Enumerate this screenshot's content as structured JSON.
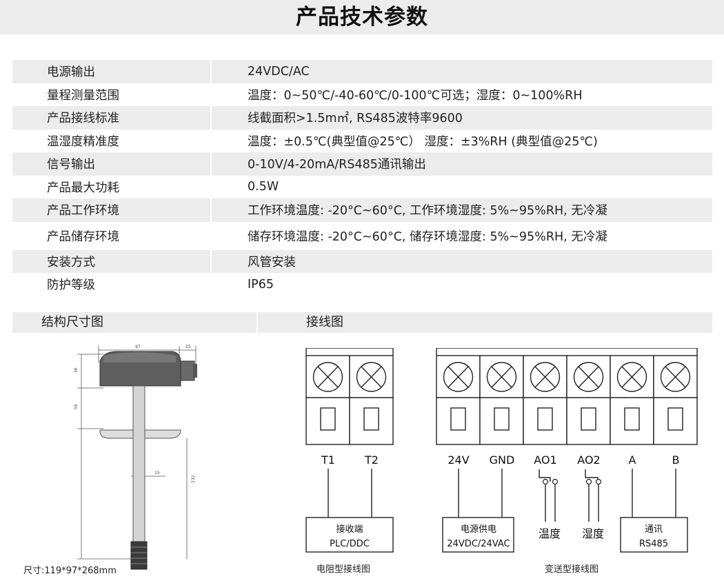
{
  "page_title": "产品技术参数",
  "specs": [
    {
      "label": "电源输出",
      "value": "24VDC/AC"
    },
    {
      "label": "量程测量范围",
      "value": "温度：0~50℃/-40-60℃/0-100℃可选；湿度：0~100%RH"
    },
    {
      "label": "产品接线标准",
      "value": "线截面积>1.5m㎡, RS485波特率9600"
    },
    {
      "label": "温湿度精准度",
      "value": "温度：±0.5℃(典型值@25℃） 湿度：±3%RH (典型值@25℃)"
    },
    {
      "label": "信号输出",
      "value": "0-10V/4-20mA/RS485通讯输出"
    },
    {
      "label": "产品最大功耗",
      "value": "0.5W"
    },
    {
      "label": "产品工作环境",
      "value": "工作环境温度: -20°C~60°C, 工作环境湿度: 5%~95%RH, 无冷凝"
    },
    {
      "label": "产品储存环境",
      "value": "储存环境温度: -20°C~60°C, 储存环境湿度: 5%~95%RH, 无冷凝"
    },
    {
      "label": "安装方式",
      "value": "风管安装"
    },
    {
      "label": "防护等级",
      "value": "IP65"
    }
  ],
  "structure": {
    "title": "结构尺寸图",
    "dims": {
      "width": "97",
      "side": "25",
      "head_h": "36",
      "flange": "56",
      "probe_d": "15",
      "probe_len": "232"
    },
    "size_caption": "尺寸:119*97*268mm"
  },
  "wiring": {
    "title": "接线图",
    "resistive": {
      "terminals": [
        "T1",
        "T2"
      ],
      "box_line1": "接收端",
      "box_line2": "PLC/DDC",
      "caption": "电阻型接线图"
    },
    "transmitter": {
      "terminals": [
        "24V",
        "GND",
        "AO1",
        "AO2",
        "A",
        "B"
      ],
      "power_line1": "电源供电",
      "power_line2": "24VDC/24VAC",
      "temp_label": "温度",
      "humid_label": "湿度",
      "comm_line1": "通讯",
      "comm_line2": "RS485",
      "caption": "变送型接线图"
    }
  }
}
